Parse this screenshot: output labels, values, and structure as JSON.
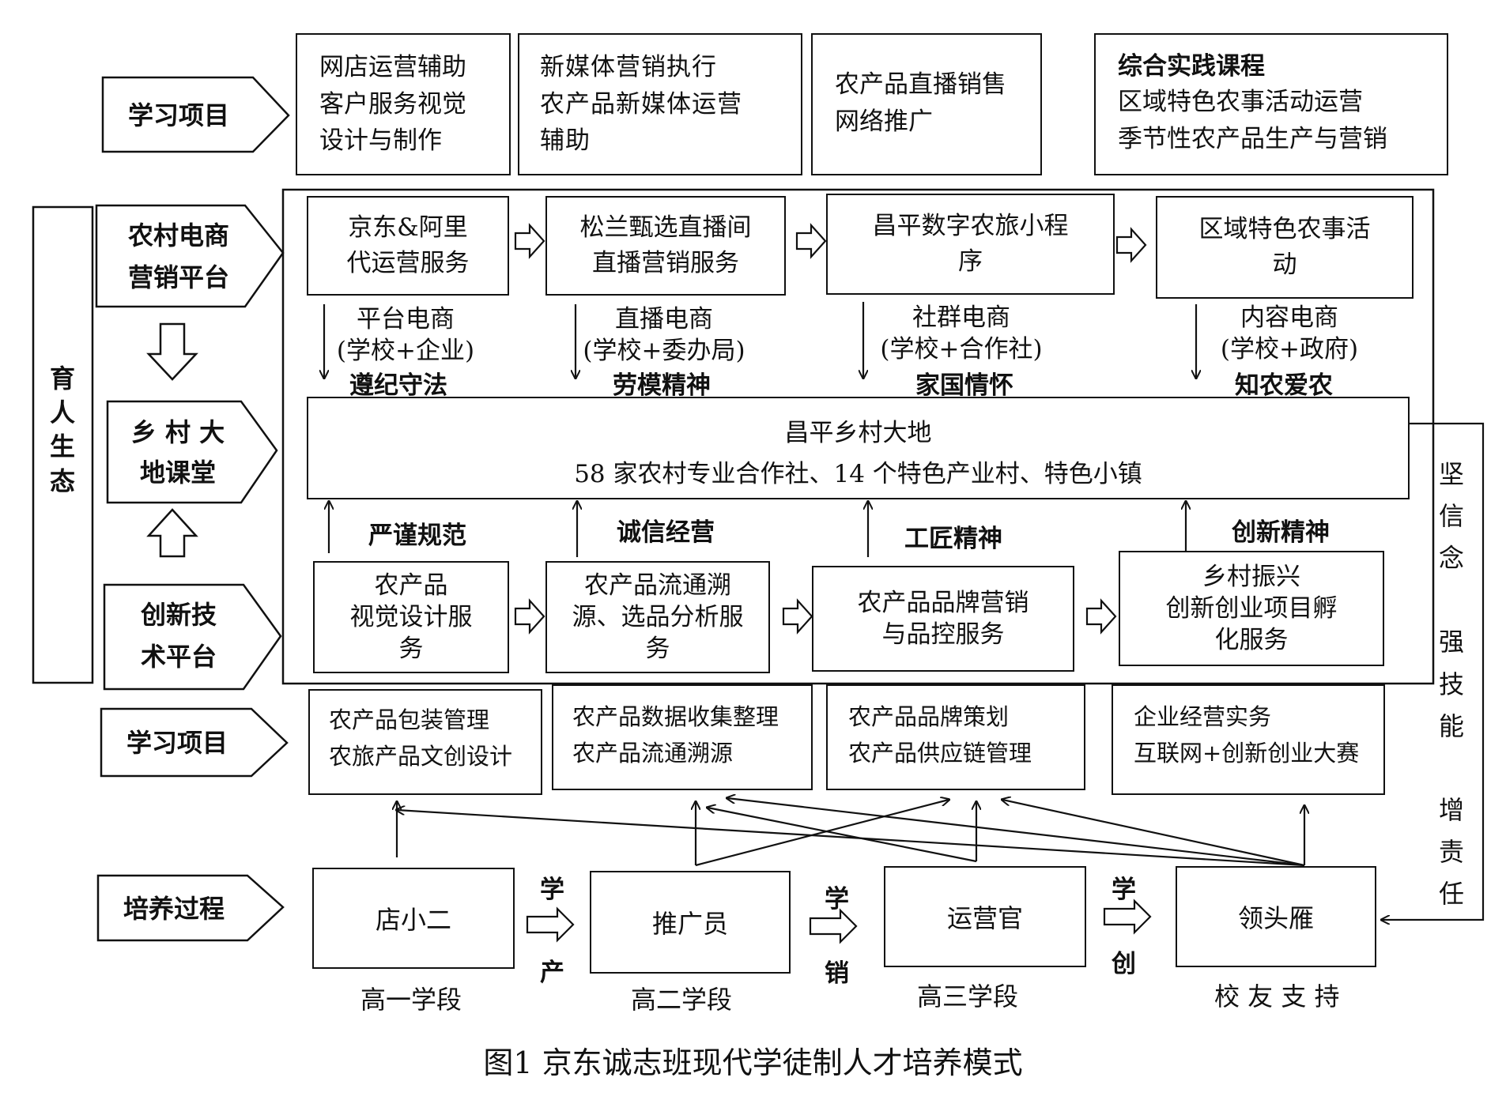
{
  "pentagon_labels": {
    "study_top": "学习项目",
    "ecommerce": "农村电商\n营销平台",
    "classroom": "乡 村 大\n地课堂",
    "innovation": "创新技\n术平台",
    "study_bottom": "学习项目",
    "training": "培养过程"
  },
  "side_left": "育\n人\n生\n态",
  "top_projects": [
    {
      "lines": "网店运营辅助\n客户服务视觉\n设计与制作"
    },
    {
      "lines": "新媒体营销执行\n农产品新媒体运营\n辅助"
    },
    {
      "lines": "农产品直播销售\n网络推广"
    },
    {
      "title": "综合实践课程",
      "lines": "区域特色农事活动运营\n季节性农产品生产与营销"
    }
  ],
  "platforms": [
    "京东&阿里\n代运营服务",
    "松兰甄选直播间\n直播营销服务",
    "昌平数字农旅小程\n序",
    "区域特色农事活\n动"
  ],
  "ecommerce_types": [
    {
      "type": "平台电商\n(学校+企业)",
      "spirit": "遵纪守法"
    },
    {
      "type": "直播电商\n(学校+委办局)",
      "spirit": "劳模精神"
    },
    {
      "type": "社群电商\n(学校+合作社)",
      "spirit": "家国情怀"
    },
    {
      "type": "内容电商\n(学校+政府)",
      "spirit": "知农爱农"
    }
  ],
  "center_box": {
    "title": "昌平乡村大地",
    "subtitle": "58 家农村专业合作社、14 个特色产业村、特色小镇"
  },
  "bottom_spirits": [
    "严谨规范",
    "诚信经营",
    "工匠精神",
    "创新精神"
  ],
  "services": [
    "农产品\n视觉设计服\n务",
    "农产品流通溯\n源、选品分析服\n务",
    "农产品品牌营销\n与品控服务",
    "乡村振兴\n创新创业项目孵\n化服务"
  ],
  "bottom_projects": [
    "农产品包装管理\n农旅产品文创设计",
    "农产品数据收集整理\n农产品流通溯源",
    "农产品品牌策划\n农产品供应链管理",
    "企业经营实务\n互联网+创新创业大赛"
  ],
  "roles": [
    "店小二",
    "推广员",
    "运营官",
    "领头雁"
  ],
  "stages": [
    "高一学段",
    "高二学段",
    "高三学段",
    "校 友 支 持"
  ],
  "transitions": [
    {
      "top": "学",
      "bottom": "产"
    },
    {
      "top": "学",
      "bottom": "销"
    },
    {
      "top": "学",
      "bottom": "创"
    }
  ],
  "side_right": "坚\n信\n念\n\n强\n技\n能\n\n增\n责\n任",
  "caption": "图1 京东诚志班现代学徒制人才培养模式"
}
